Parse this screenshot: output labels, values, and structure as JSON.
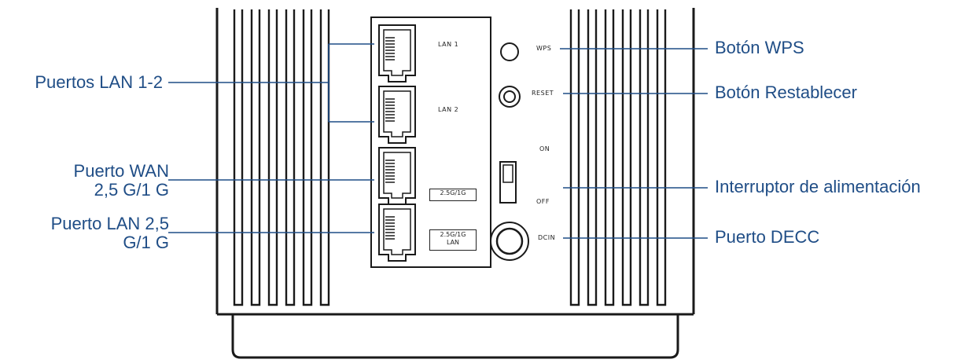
{
  "callouts": {
    "lan_ports": "Puertos LAN 1-2",
    "wan_port_line1": "Puerto WAN",
    "wan_port_line2": "2,5 G/1 G",
    "lan25_line1": "Puerto LAN 2,5",
    "lan25_line2": "G/1 G",
    "wps_button": "Botón WPS",
    "reset_button": "Botón Restablecer",
    "power_switch": "Interruptor de alimentación",
    "decc_port": "Puerto DECC"
  },
  "device_labels": {
    "lan1": "LAN 1",
    "lan2": "LAN 2",
    "wan_badge": "2.5G/1G",
    "lan_badge_line1": "2.5G/1G",
    "lan_badge_line2": "LAN",
    "wps": "WPS",
    "reset": "RESET",
    "on": "ON",
    "off": "OFF",
    "dcin": "DCIN"
  },
  "colors": {
    "callout_text": "#1f4d86",
    "leader_line": "#1f4d86",
    "device_outline": "#1a1a1a"
  }
}
